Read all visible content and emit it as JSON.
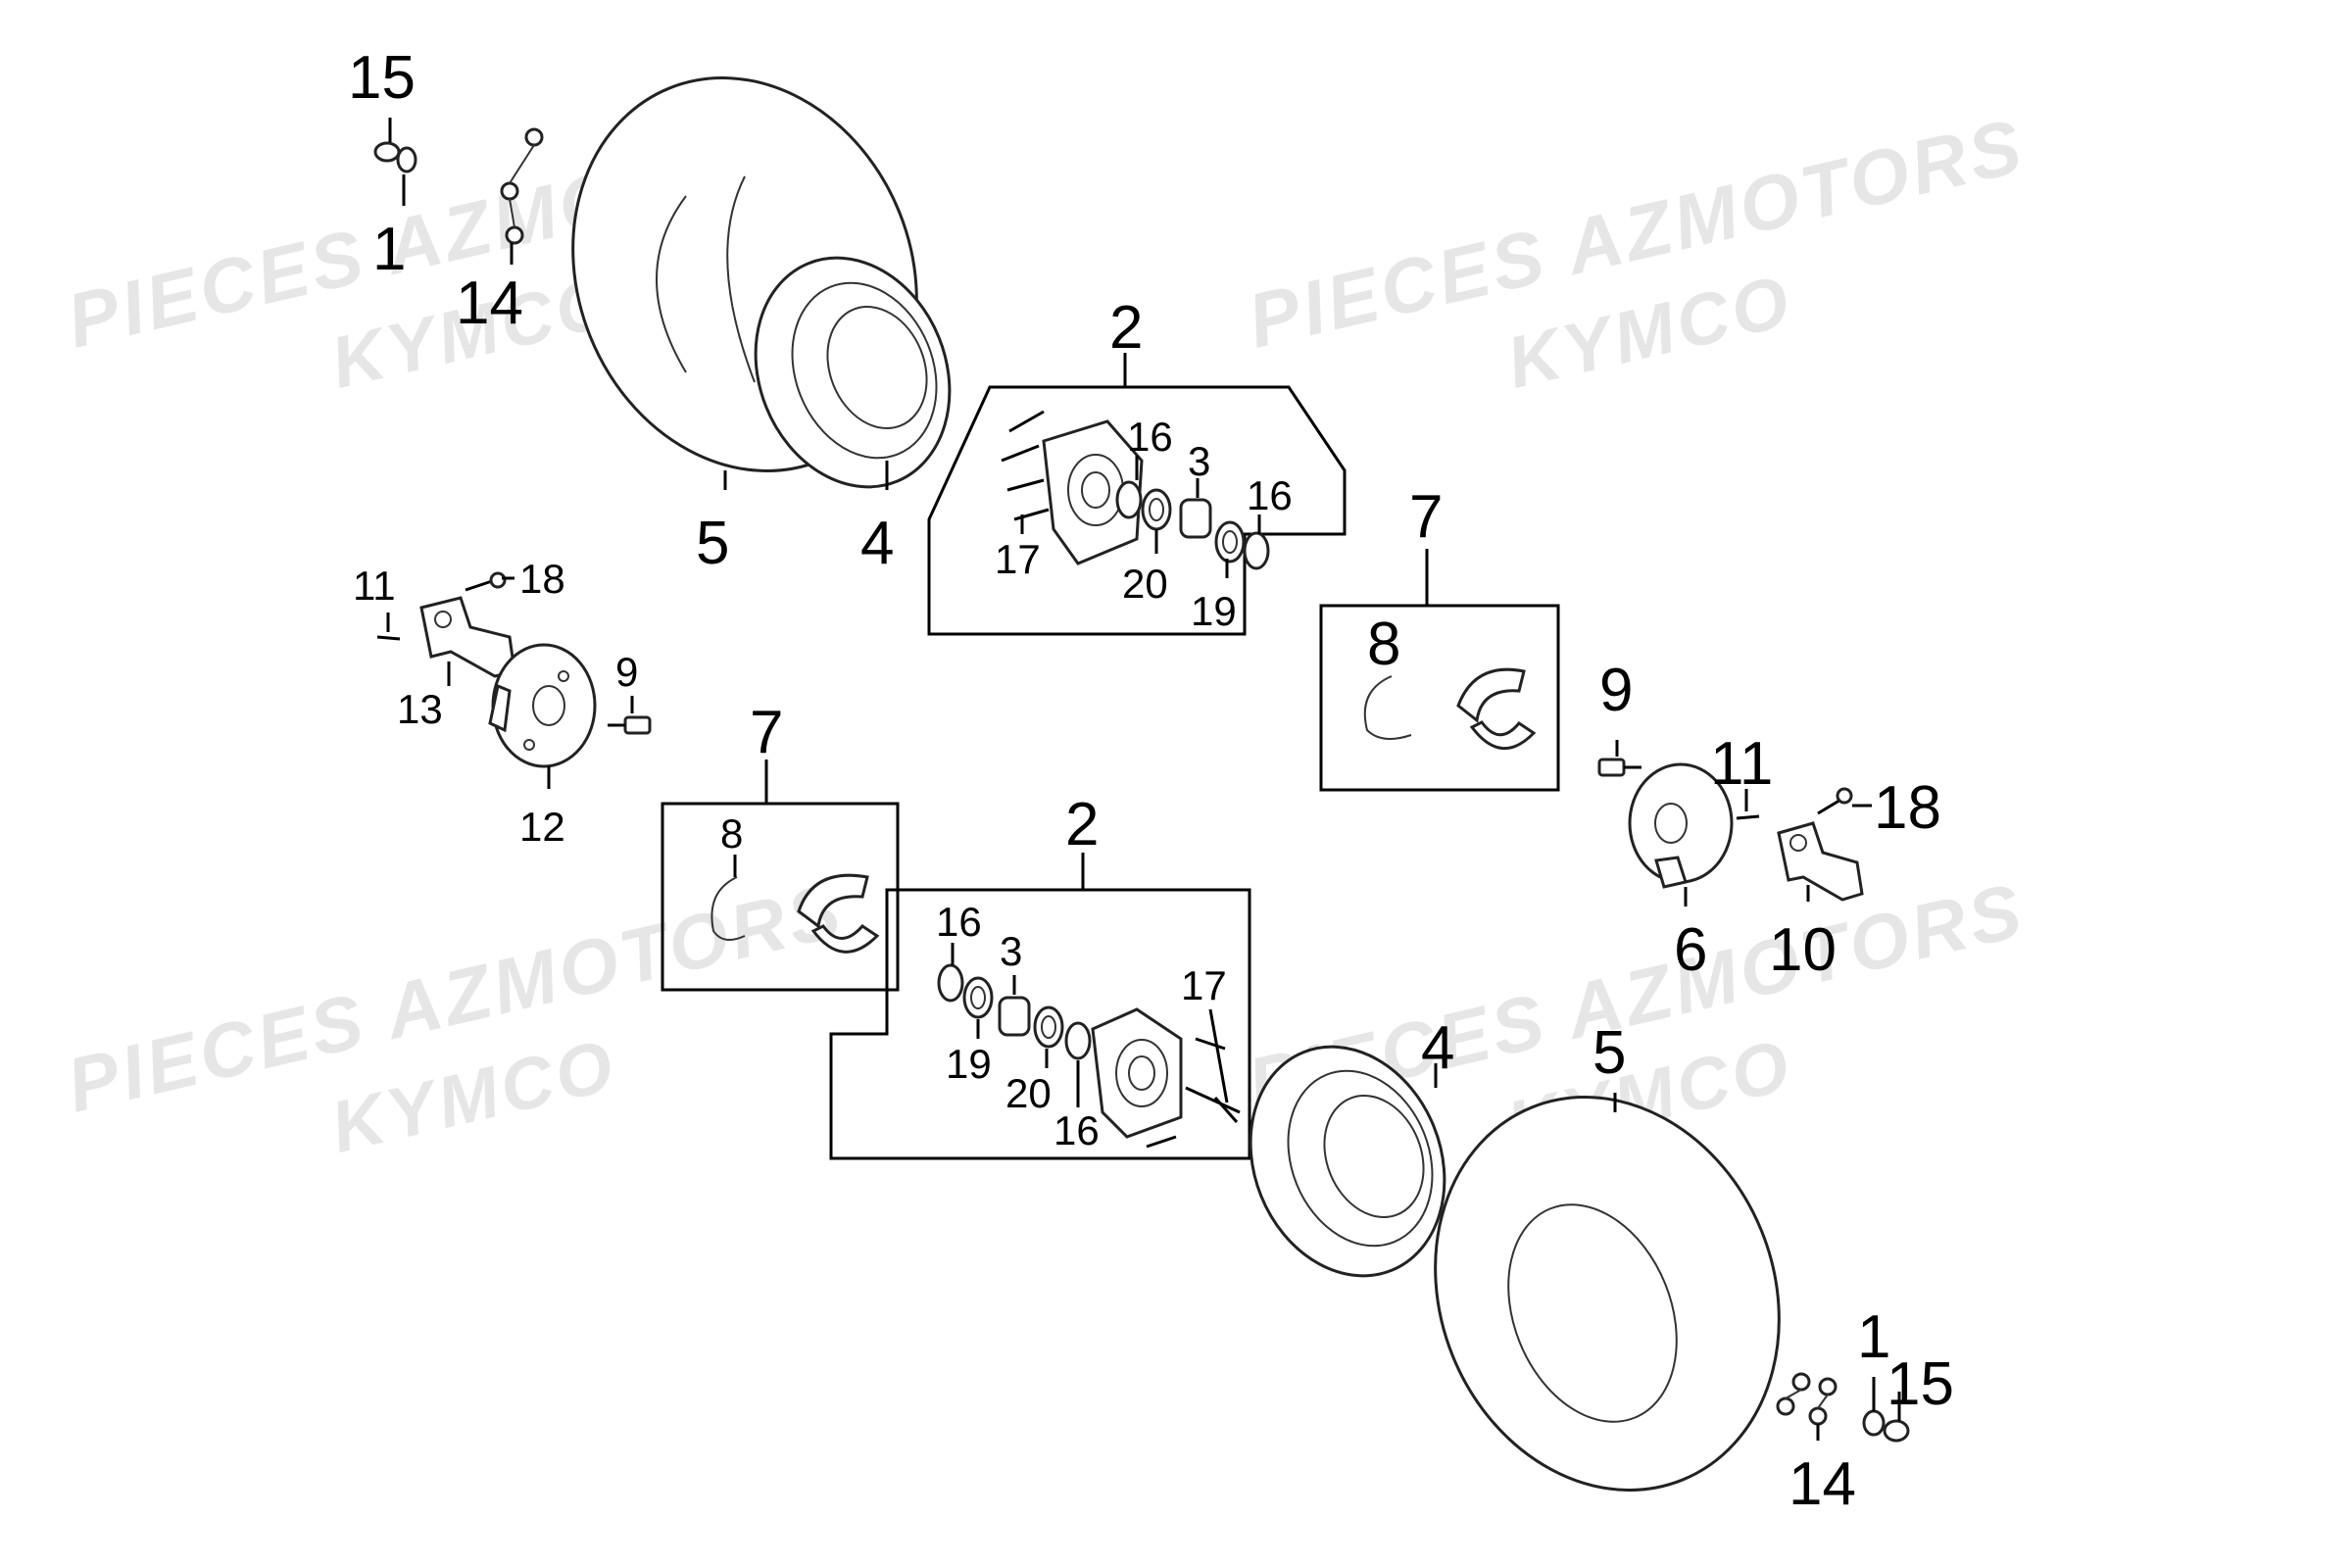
{
  "watermarks": [
    {
      "id": "w1",
      "text": "PIECES AZMOTORS"
    },
    {
      "id": "w2",
      "text": "KYMCO"
    },
    {
      "id": "w3",
      "text": "PIECES AZMOTORS"
    },
    {
      "id": "w4",
      "text": "KYMCO"
    },
    {
      "id": "w5",
      "text": "PIECES AZMOTORS"
    },
    {
      "id": "w6",
      "text": "KYMCO"
    },
    {
      "id": "w7",
      "text": "PIECES AZMOTORS"
    },
    {
      "id": "w8",
      "text": "KYMCO"
    }
  ],
  "callouts": {
    "tl_15": "15",
    "tl_1": "1",
    "tl_14": "14",
    "tl_5": "5",
    "tl_4": "4",
    "top_2": "2",
    "top_16a": "16",
    "top_3": "3",
    "top_16b": "16",
    "top_17": "17",
    "top_20": "20",
    "top_19": "19",
    "l_11": "11",
    "l_18": "18",
    "l_13": "13",
    "l_9": "9",
    "l_12": "12",
    "ml_7": "7",
    "ml_8": "8",
    "r_7": "7",
    "r_8": "8",
    "r_9": "9",
    "r_11": "11",
    "r_18": "18",
    "r_6": "6",
    "r_10": "10",
    "bot_2": "2",
    "bot_16a": "16",
    "bot_3": "3",
    "bot_17": "17",
    "bot_19": "19",
    "bot_20": "20",
    "bot_16b": "16",
    "br_4": "4",
    "br_5": "5",
    "br_1": "1",
    "br_15": "15",
    "br_14": "14"
  }
}
